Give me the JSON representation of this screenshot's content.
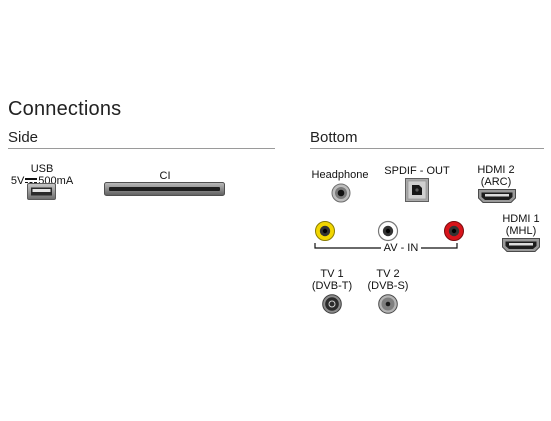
{
  "title": "Connections",
  "side": {
    "heading": "Side",
    "usb": {
      "label": "USB",
      "rating_left": "5V",
      "rating_right": "500mA"
    },
    "ci": {
      "label": "CI"
    }
  },
  "bottom": {
    "heading": "Bottom",
    "headphone": {
      "label": "Headphone"
    },
    "spdif": {
      "label": "SPDIF - OUT"
    },
    "hdmi2": {
      "line1": "HDMI 2",
      "line2": "(ARC)"
    },
    "hdmi1": {
      "line1": "HDMI 1",
      "line2": "(MHL)"
    },
    "av_in": {
      "label": "AV - IN",
      "jack_colors": {
        "video": "#f2d600",
        "audio_left": "#ffffff",
        "audio_right": "#d8141b"
      }
    },
    "tv1": {
      "line1": "TV 1",
      "line2": "(DVB-T)"
    },
    "tv2": {
      "line1": "TV 2",
      "line2": "(DVB-S)"
    }
  }
}
